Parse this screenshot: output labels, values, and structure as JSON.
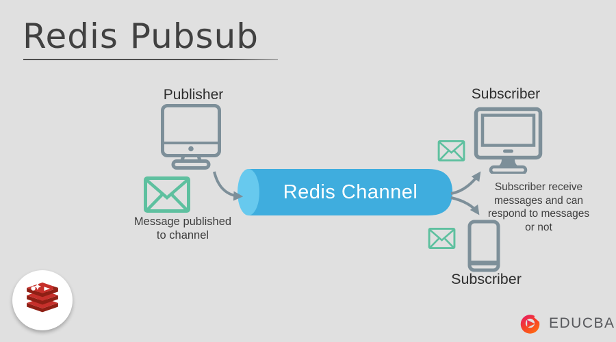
{
  "page": {
    "title": "Redis Pubsub",
    "bg_color": "#e0e0e0"
  },
  "publisher": {
    "label": "Publisher",
    "note_line1": "Message published",
    "note_line2": "to channel"
  },
  "channel": {
    "label": "Redis Channel"
  },
  "subscriber_top": {
    "label": "Subscriber",
    "note_line1": "Subscriber receive",
    "note_line2": "messages and can",
    "note_line3": "respond to messages",
    "note_line4": "or not"
  },
  "subscriber_bottom": {
    "label": "Subscriber"
  },
  "branding": {
    "educba_label": "EDUCBA"
  },
  "icons": {
    "publisher_device": "desktop-monitor-icon",
    "subscriber_top_device": "desktop-monitor-icon",
    "subscriber_bottom_device": "smartphone-icon",
    "message": "envelope-icon",
    "redis": "redis-stack-logo-icon",
    "educba": "educba-swirl-icon"
  },
  "colors": {
    "channel_blue": "#3fadde",
    "channel_cap_blue": "#67c9ee",
    "device_gray": "#7d8f99",
    "envelope_green": "#5ec09f",
    "text_dark": "#3d3d3d",
    "title_gray": "#414141",
    "redis_red": "#c6302b",
    "redis_dark_red": "#8e1f14",
    "educba_gradient_start": "#e5186e",
    "educba_gradient_end": "#ff6a13"
  }
}
